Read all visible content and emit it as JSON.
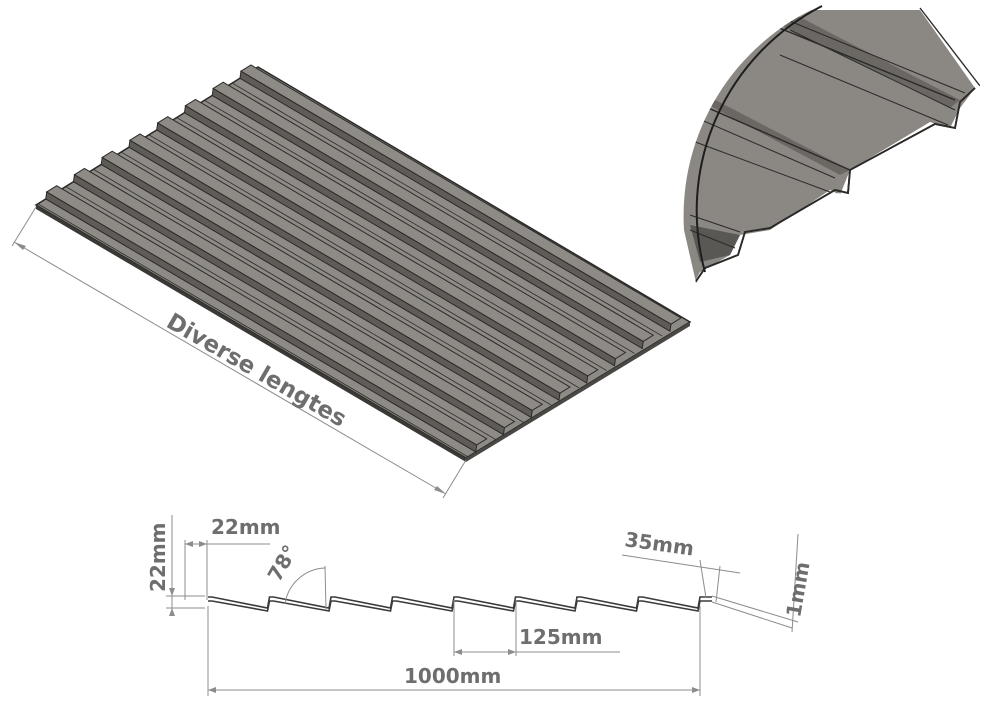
{
  "labels": {
    "length": "Diverse lengtes",
    "height": "22mm",
    "top_width": "22mm",
    "angle": "78°",
    "rib_width": "35mm",
    "thickness": "1mm",
    "pitch": "125mm",
    "total_width": "1000mm"
  },
  "colors": {
    "sheet_top": "#8e8b86",
    "sheet_dark": "#5f5c58",
    "sheet_edge": "#2b2a28",
    "detail_fill": "#8b8884"
  }
}
